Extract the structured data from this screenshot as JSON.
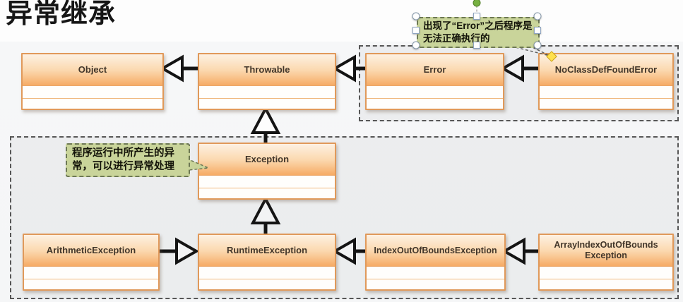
{
  "title": "异常继承",
  "diagram": {
    "classes": [
      {
        "name": "Object"
      },
      {
        "name": "Throwable"
      },
      {
        "name": "Error"
      },
      {
        "name": "NoClassDefFoundError"
      },
      {
        "name": "Exception"
      },
      {
        "name": "ArithmeticException"
      },
      {
        "name": "RuntimeException"
      },
      {
        "name": "IndexOutOfBoundsException"
      },
      {
        "name": "ArrayIndexOutOfBounds Exception"
      }
    ],
    "callouts": [
      {
        "text": "出现了“Error”之后程序是无法正确执行的",
        "selected": true,
        "points_to": "NoClassDefFoundError"
      },
      {
        "text": "程序运行中所产生的异常，可以进行异常处理",
        "selected": false,
        "points_to": "Exception"
      }
    ],
    "relations": [
      {
        "from": "Throwable",
        "to": "Object",
        "type": "inheritance"
      },
      {
        "from": "Error",
        "to": "Throwable",
        "type": "inheritance"
      },
      {
        "from": "NoClassDefFoundError",
        "to": "Error",
        "type": "inheritance"
      },
      {
        "from": "Exception",
        "to": "Throwable",
        "type": "inheritance"
      },
      {
        "from": "RuntimeException",
        "to": "Exception",
        "type": "inheritance"
      },
      {
        "from": "ArithmeticException",
        "to": "RuntimeException",
        "type": "inheritance"
      },
      {
        "from": "IndexOutOfBoundsException",
        "to": "RuntimeException",
        "type": "inheritance"
      },
      {
        "from": "ArrayIndexOutOfBoundsException",
        "to": "IndexOutOfBoundsException",
        "type": "inheritance"
      }
    ],
    "groups": [
      {
        "contains": [
          "Error",
          "NoClassDefFoundError"
        ]
      },
      {
        "contains": [
          "Exception",
          "ArithmeticException",
          "RuntimeException",
          "IndexOutOfBoundsException",
          "ArrayIndexOutOfBoundsException"
        ]
      }
    ]
  },
  "colors": {
    "class_border": "#e0995a",
    "class_header_top": "#fdf1e2",
    "class_header_bottom": "#f6ab65",
    "class_title_text": "#42362a",
    "callout_fill": "#c9d49a",
    "callout_border": "#6d7854",
    "group_border": "#565656",
    "arrow": "#141414",
    "rotation_handle": "#76b041",
    "anchor_diamond": "#ffe14d"
  }
}
